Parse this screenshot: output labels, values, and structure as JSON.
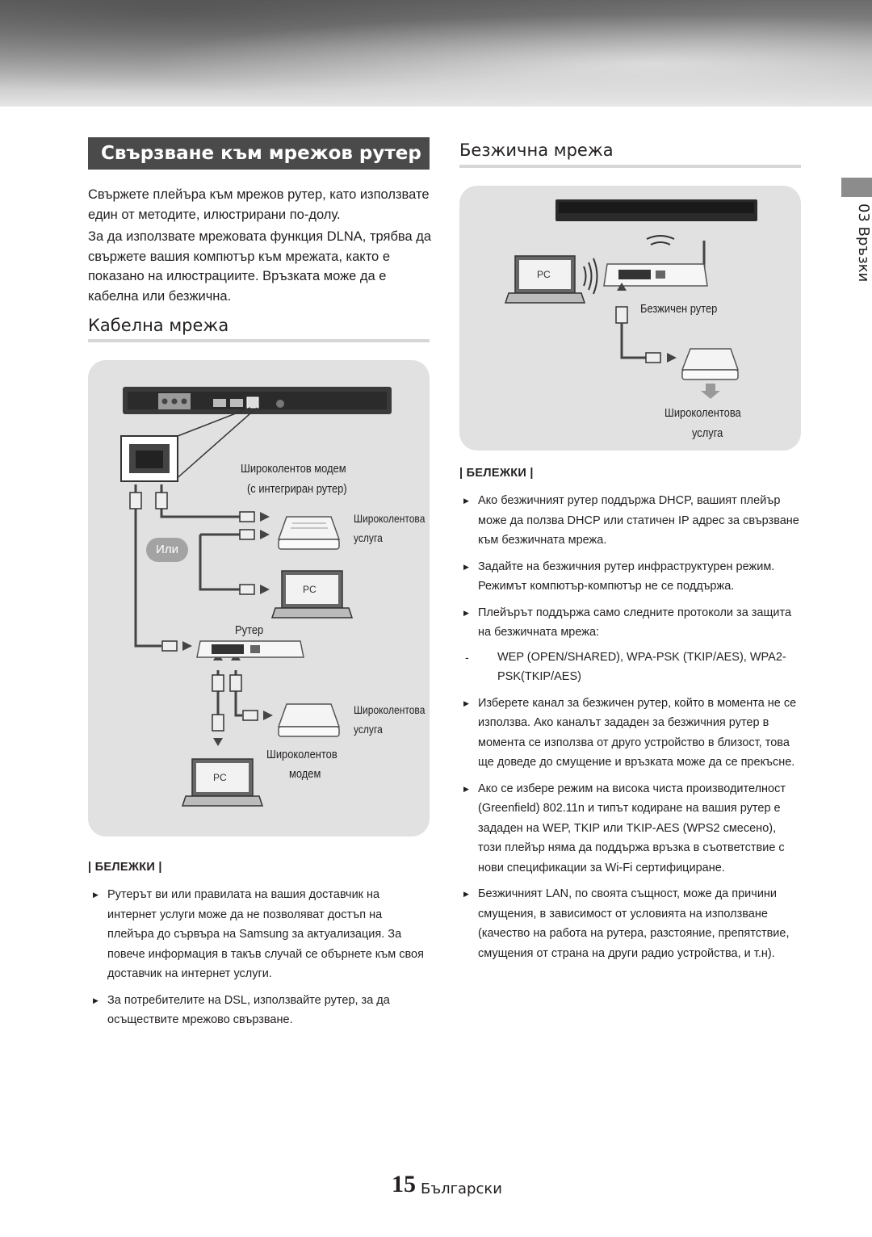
{
  "section_title": "Свързване към мрежов рутер",
  "intro": {
    "p1": "Свържете плейъра към мрежов рутер, като използвате един от методите, илюстрирани по-долу.",
    "p2": "За да използвате мрежовата функция DLNA, трябва да свържете вашия компютър към мрежата, както е показано на илюстрациите. Връзката може да е кабелна или безжична."
  },
  "wired": {
    "heading": "Кабелна мрежа",
    "labels": {
      "modem_router_1": "Широколентов модем",
      "modem_router_2": "(с интегриран рутер)",
      "service_a_1": "Широколентова",
      "service_a_2": "услуга",
      "or": "Или",
      "pc": "PC",
      "router": "Рутер",
      "service_b_1": "Широколентова",
      "service_b_2": "услуга",
      "modem_1": "Широколентов",
      "modem_2": "модем"
    },
    "notes_heading": "| БЕЛЕЖКИ |",
    "notes": [
      "Рутерът ви или правилата на вашия доставчик на интернет услуги може да не позволяват достъп на плейъра до сървъра на Samsung за актуализация. За повече информация в такъв случай се обърнете към своя доставчик на интернет услуги.",
      "За потребителите на DSL, използвайте рутер, за да осъществите мрежово свързване."
    ]
  },
  "wireless": {
    "heading": "Безжична мрежа",
    "labels": {
      "pc": "PC",
      "wireless_router": "Безжичен рутер",
      "service_1": "Широколентова",
      "service_2": "услуга"
    },
    "notes_heading": "| БЕЛЕЖКИ |",
    "notes": [
      "Ако безжичният рутер поддържа DHCP, вашият плейър може да ползва DHCP или статичен IP адрес за свързване към безжичната мрежа.",
      "Задайте на безжичния рутер инфраструктурен режим. Режимът компютър-компютър не се поддържа.",
      "Плейърът поддържа само следните протоколи за защита на безжичната мрежа:"
    ],
    "sub_note": "WEP (OPEN/SHARED), WPA-PSK (TKIP/AES), WPA2-PSK(TKIP/AES)",
    "notes_more": [
      "Изберете канал за безжичен рутер, който в момента не се използва. Ако каналът зададен за безжичния рутер в момента се използва от друго устройство в близост, това ще доведе до смущение и връзката може да се прекъсне.",
      "Ако се избере режим на висока чиста производителност (Greenfield) 802.11n и типът кодиране на вашия рутер е зададен на WEP, TKIP или TKIP-AES (WPS2 смесено), този плейър няма да поддържа връзка в съответствие с нови спецификации за Wi-Fi сертифициране.",
      "Безжичният LAN, по своята същност, може да причини смущения, в зависимост от условията на използване (качество на работа на рутера, разстояние, препятствие, смущения от страна на други радио устройства, и т.н)."
    ]
  },
  "side_tab": "03  Връзки",
  "footer": {
    "page": "15",
    "language": "Български"
  }
}
